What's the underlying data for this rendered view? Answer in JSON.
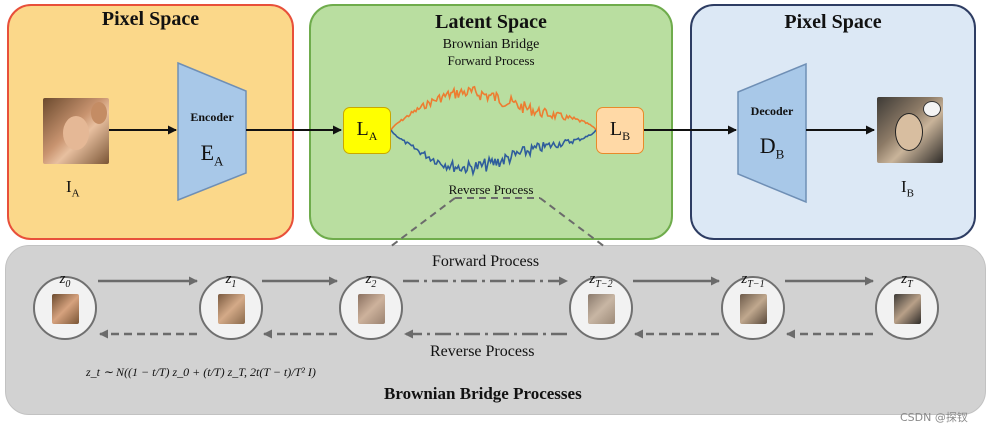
{
  "colors": {
    "pixel_left_fill": "#fbd88a",
    "pixel_left_border": "#e8503a",
    "latent_fill": "#b9dea0",
    "latent_border": "#6fac4c",
    "pixel_right_fill": "#dce8f5",
    "pixel_right_border": "#2e3d63",
    "bottom_fill": "#d2d2d2",
    "encoder_fill": "#a8c8e8",
    "la_fill": "#ffff00",
    "lb_fill": "#ffd9a6",
    "orange_series": "#ed7d31",
    "blue_series": "#2f5d9c"
  },
  "left_panel": {
    "title": "Pixel Space",
    "input_label": "I",
    "input_sub": "A"
  },
  "encoder": {
    "title": "Encoder",
    "symbol": "E",
    "symbol_sub": "A"
  },
  "latent_panel": {
    "title": "Latent Space",
    "subtitle_line1": "Brownian Bridge",
    "subtitle_line2": "Forward Process",
    "bottom_caption": "Reverse Process",
    "la": "L",
    "la_sub": "A",
    "lb": "L",
    "lb_sub": "B"
  },
  "decoder": {
    "title": "Decoder",
    "symbol": "D",
    "symbol_sub": "B"
  },
  "right_panel": {
    "title": "Pixel Space",
    "output_label": "I",
    "output_sub": "B"
  },
  "bottom_panel": {
    "forward_label": "Forward Process",
    "reverse_label": "Reverse Process",
    "title": "Brownian Bridge Processes",
    "formula": "z_t ∼ N((1 − t/T) z_0 + (t/T) z_T, 2t(T − t)/T² I)",
    "nodes": [
      {
        "z": "z",
        "sub": "0"
      },
      {
        "z": "z",
        "sub": "1"
      },
      {
        "z": "z",
        "sub": "2"
      },
      {
        "z": "z",
        "sub": "T−2"
      },
      {
        "z": "z",
        "sub": "T−1"
      },
      {
        "z": "z",
        "sub": "T"
      }
    ]
  },
  "watermark": "CSDN @探钗"
}
